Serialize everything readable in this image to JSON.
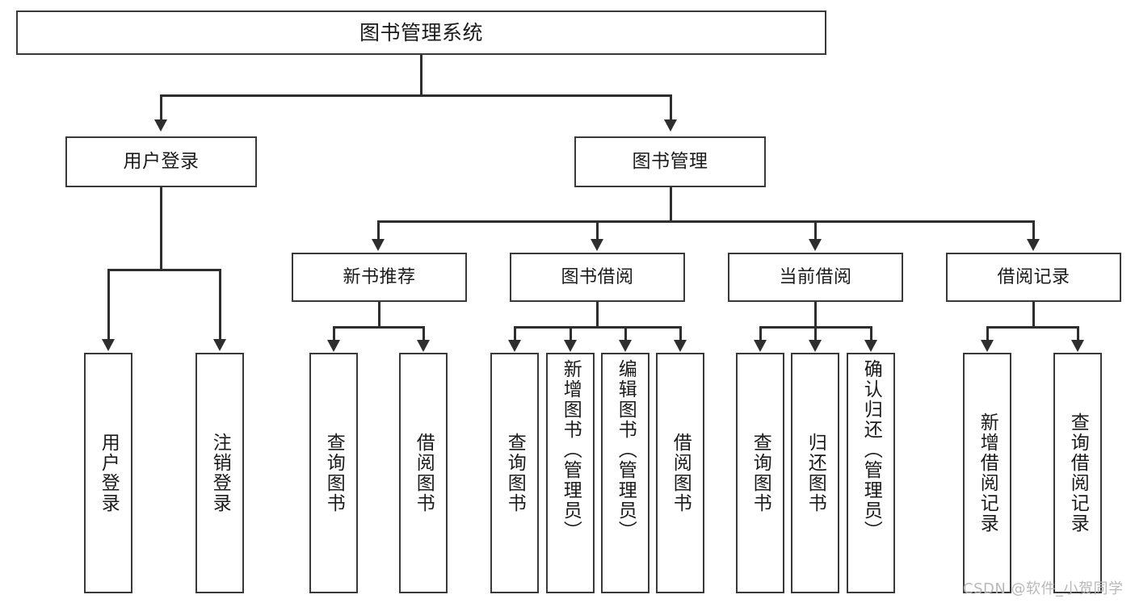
{
  "diagram": {
    "type": "tree-hierarchy",
    "root": {
      "label": "图书管理系统"
    },
    "level2": [
      {
        "label": "用户登录"
      },
      {
        "label": "图书管理"
      }
    ],
    "level3": [
      {
        "label": "新书推荐"
      },
      {
        "label": "图书借阅"
      },
      {
        "label": "当前借阅"
      },
      {
        "label": "借阅记录"
      }
    ],
    "leaves": {
      "user_login": [
        {
          "label": "用户登录"
        },
        {
          "label": "注销登录"
        }
      ],
      "new_book_recommend": [
        {
          "label": "查询图书"
        },
        {
          "label": "借阅图书"
        }
      ],
      "book_borrow": [
        {
          "label": "查询图书"
        },
        {
          "label": "新增图书（管理员）"
        },
        {
          "label": "编辑图书（管理员）"
        },
        {
          "label": "借阅图书"
        }
      ],
      "current_borrow": [
        {
          "label": "查询图书"
        },
        {
          "label": "归还图书"
        },
        {
          "label": "确认归还（管理员）"
        }
      ],
      "borrow_record": [
        {
          "label": "新增借阅记录"
        },
        {
          "label": "查询借阅记录"
        }
      ]
    }
  },
  "watermark": {
    "text": "CSDN @软件_小贺同学"
  },
  "colors": {
    "box_border": "#3a3a3a",
    "line": "#2e2e2e",
    "background": "#ffffff",
    "text": "#1b1b1b",
    "watermark": "#b9b9b9"
  }
}
